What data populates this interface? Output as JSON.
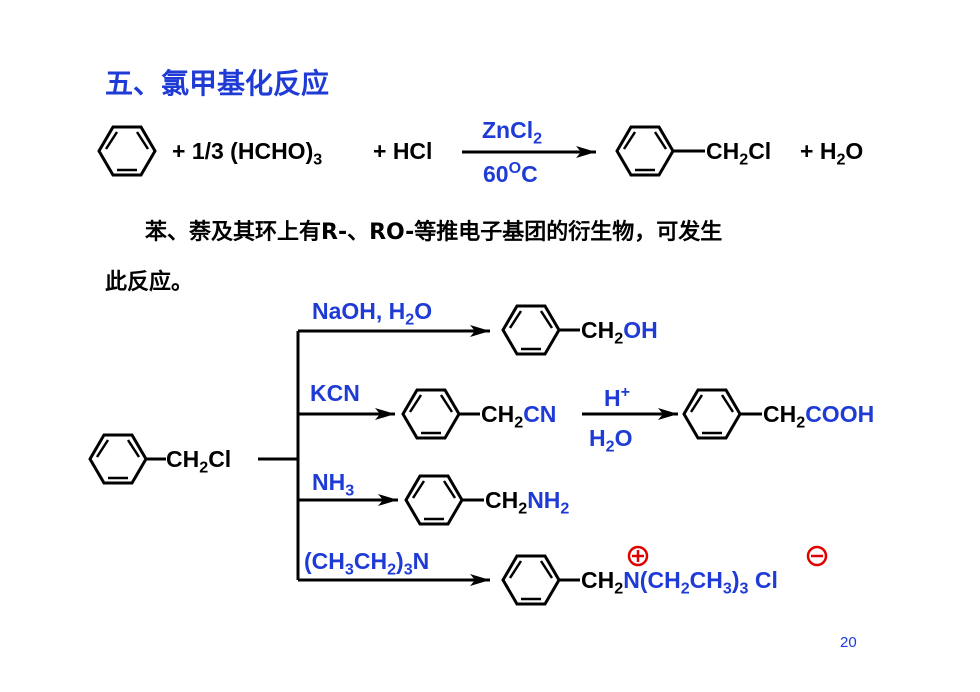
{
  "title": "五、氯甲基化反应",
  "eq1": {
    "reagent1": "+ 1/3 (HCHO)",
    "reagent1_sub": "3",
    "reagent2": "+ HCl",
    "cat_main": "ZnCl",
    "cat_sub": "2",
    "temp_main": "60",
    "temp_sup": "O",
    "temp_unit": "C",
    "product_pre": "CH",
    "product_sub": "2",
    "product_post": "Cl",
    "byprod_pre": "+ H",
    "byprod_sub": "2",
    "byprod_post": "O"
  },
  "paragraph_line1": "苯、萘及其环上有R-、RO-等推电子基团的衍生物，可发生",
  "paragraph_line2": "此反应。",
  "start": {
    "pre": "CH",
    "sub": "2",
    "post": "Cl"
  },
  "branch1": {
    "reagent_pre": "NaOH, H",
    "reagent_sub": "2",
    "reagent_post": "O",
    "prod_pre": "CH",
    "prod_sub": "2",
    "prod_post": "OH"
  },
  "branch2": {
    "reagent": "KCN",
    "prod_pre": "CH",
    "prod_sub": "2",
    "prod_post": "CN",
    "step2_top": "H",
    "step2_top_sup": "+",
    "step2_bot_pre": "H",
    "step2_bot_sub": "2",
    "step2_bot_post": "O",
    "final_pre": "CH",
    "final_sub": "2",
    "final_post": "COOH"
  },
  "branch3": {
    "reagent_pre": "NH",
    "reagent_sub": "3",
    "prod_pre": "CH",
    "prod_sub": "2",
    "prod_post_pre": "NH",
    "prod_post_sub": "2"
  },
  "branch4": {
    "reagent_a": "(CH",
    "reagent_a_sub": "3",
    "reagent_b": "CH",
    "reagent_b_sub": "2",
    "reagent_c": ")",
    "reagent_c_sub": "3",
    "reagent_d": "N",
    "prod_pre": "CH",
    "prod_sub": "2",
    "prod_b": "N(CH",
    "prod_b_sub": "2",
    "prod_c": "CH",
    "prod_c_sub": "3",
    "prod_d": ")",
    "prod_d_sub": "3",
    "prod_e": " Cl"
  },
  "page_number": "20",
  "colors": {
    "accent": "#1f3bd6",
    "text": "#000000"
  }
}
